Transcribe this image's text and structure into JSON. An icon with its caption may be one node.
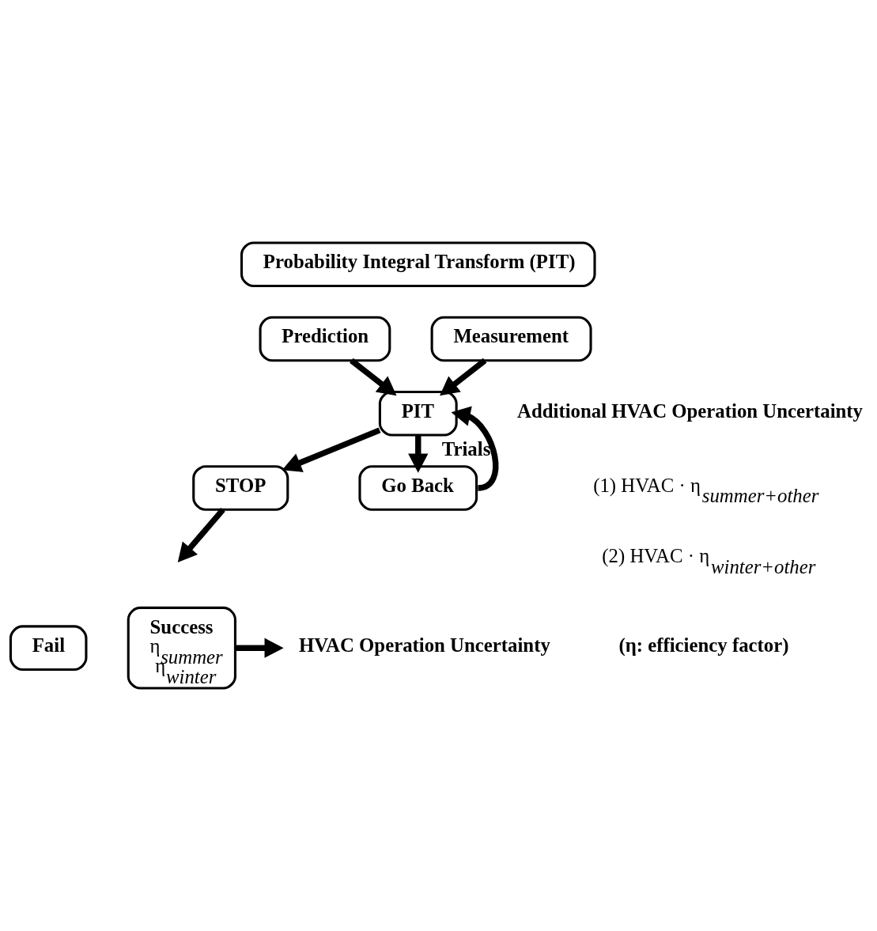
{
  "diagram": {
    "nodes": [
      {
        "text": [
          "Probability Integral Transform (PIT)"
        ]
      },
      {
        "text": [
          "Prediction"
        ]
      },
      {
        "text": [
          "Measurement"
        ]
      },
      {
        "text": [
          "PIT"
        ]
      },
      {
        "text": [
          "STOP"
        ]
      },
      {
        "text": [
          "Go Back"
        ]
      },
      {
        "text": [
          "Fail"
        ]
      },
      {
        "text": [
          "Success",
          "η$_{summer}$ η$_{winter}$"
        ]
      },
      {
        "text": [
          "HVAC Operation Uncertainty"
        ]
      }
    ],
    "edges": [
      {
        "from": 1,
        "to": 3,
        "arrow": "to"
      },
      {
        "from": 2,
        "to": 3,
        "arrow": "to"
      },
      {
        "from": 3,
        "to": 4,
        "arrow": "to"
      },
      {
        "from": 3,
        "to": 5,
        "arrow": "to"
      },
      {
        "from": 5,
        "to": 3,
        "arrow": "to",
        "label": "Trials"
      },
      {
        "from": 4,
        "to": null,
        "arrow": "to"
      },
      {
        "from": 7,
        "to": 8,
        "arrow": "to"
      }
    ],
    "labels": [
      "Additional HVAC Operation Uncertainty",
      "(1) HVAC · η$_{summer+other}$",
      "(2) HVAC · η$_{winter+other}$",
      "(η: efficiency factor)"
    ]
  }
}
